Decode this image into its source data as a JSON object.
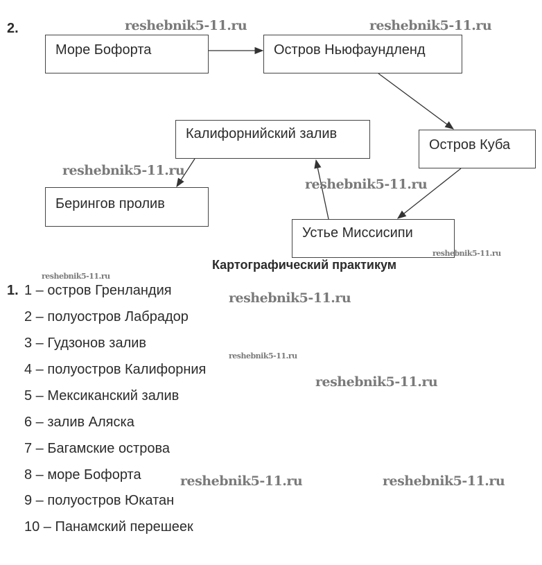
{
  "task2": {
    "number": "2.",
    "boxes": {
      "beaufort": "Море Бофорта",
      "newfoundland": "Остров Ньюфаундленд",
      "california": "Калифорнийский залив",
      "cuba": "Остров Куба",
      "bering": "Берингов пролив",
      "mississippi": "Устье Миссисипи"
    }
  },
  "section_title": "Картографический практикум",
  "task1": {
    "number": "1.",
    "items": [
      "1 – остров Гренландия",
      "2 – полуостров Лабрадор",
      "3 – Гудзонов залив",
      "4 – полуостров Калифорния",
      "5 – Мексиканский залив",
      "6 – залив Аляска",
      "7 – Багамские острова",
      "8 – море Бофорта",
      "9 – полуостров Юкатан",
      "10 – Панамский перешеек"
    ]
  },
  "watermark": "reshebnik5-11.ru"
}
